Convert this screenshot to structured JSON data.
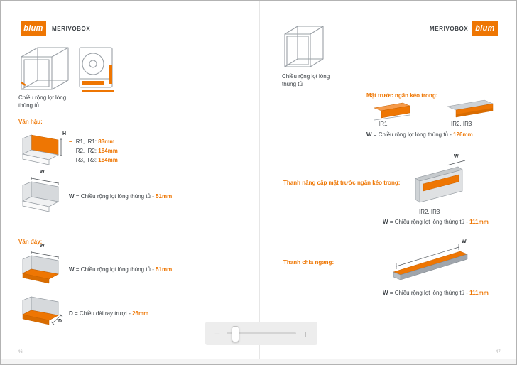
{
  "colors": {
    "orange": "#ee7603",
    "text": "#3b4045",
    "stroke": "#9aa0a6"
  },
  "left_page": {
    "logo_text": "blum",
    "product": "MERIVOBOX",
    "cabinet_caption": "Chiều rộng lọt lòng thùng tủ",
    "back_panel": {
      "heading": "Ván hậu:",
      "h_label": "H",
      "bullet": "–",
      "items": [
        {
          "label": "R1, IR1:",
          "value": "83mm"
        },
        {
          "label": "R2, IR2:",
          "value": "184mm"
        },
        {
          "label": "R3, IR3:",
          "value": "184mm"
        }
      ],
      "w_label": "W",
      "width_formula": {
        "var": "W",
        "eq": "= Chiều rộng lọt lòng thùng tủ -",
        "value": "51mm"
      }
    },
    "bottom_panel": {
      "heading": "Ván đáy:",
      "w_label": "W",
      "width_formula": {
        "var": "W",
        "eq": "= Chiều rộng lọt lòng thùng tủ -",
        "value": "51mm"
      },
      "d_label": "D",
      "depth_formula": {
        "var": "D",
        "eq": "= Chiều dài ray trượt -",
        "value": "26mm"
      }
    },
    "page_number": "46"
  },
  "right_page": {
    "logo_text": "blum",
    "product": "MERIVOBOX",
    "cabinet_caption": "Chiều rộng lọt lòng thùng tủ",
    "inner_front": {
      "heading": "Mặt trước ngăn kéo trong:",
      "variant1": "IR1",
      "variant2": "IR2, IR3",
      "formula": {
        "var": "W",
        "eq": "= Chiều rộng lọt lòng thùng tủ -",
        "value": "126mm"
      }
    },
    "upgrade_bar": {
      "heading": "Thanh nâng cấp mặt trước ngăn kéo trong:",
      "w_label": "W",
      "variant": "IR2, IR3",
      "formula": {
        "var": "W",
        "eq": "= Chiều rộng lọt lòng thùng tủ -",
        "value": "111mm"
      }
    },
    "divider_bar": {
      "heading": "Thanh chia ngang:",
      "w_label": "W",
      "formula": {
        "var": "W",
        "eq": "= Chiều rộng lọt lòng thùng tủ -",
        "value": "111mm"
      }
    },
    "page_number": "47"
  },
  "zoom": {
    "minus": "−",
    "plus": "+"
  }
}
